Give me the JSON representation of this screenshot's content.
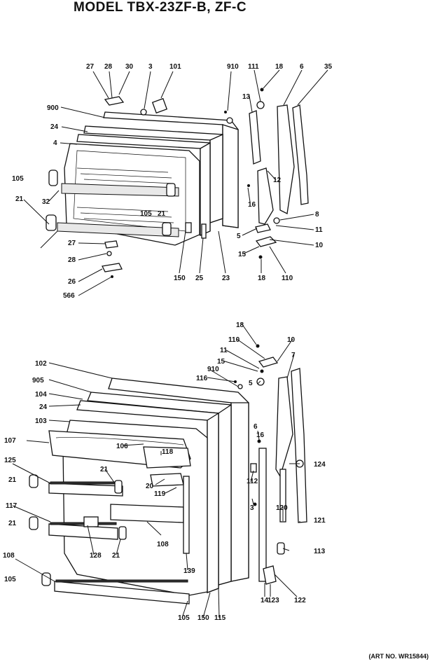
{
  "title": "MODEL TBX-23ZF-B, ZF-C",
  "art_number": "(ART NO. WR15844)",
  "callouts": {
    "top": [
      "27",
      "28",
      "30",
      "3",
      "101",
      "910",
      "111",
      "18",
      "6",
      "35",
      "900",
      "24",
      "4",
      "13",
      "105",
      "21",
      "32",
      "12",
      "16",
      "8",
      "105",
      "21",
      "5",
      "11",
      "27",
      "15",
      "10",
      "28",
      "26",
      "566",
      "150",
      "25",
      "23",
      "18",
      "110"
    ],
    "bottom": [
      "18",
      "10",
      "110",
      "11",
      "7",
      "15",
      "102",
      "116",
      "910",
      "5",
      "905",
      "104",
      "24",
      "103",
      "6",
      "107",
      "106",
      "16",
      "118",
      "125",
      "21",
      "124",
      "21",
      "20",
      "112",
      "119",
      "117",
      "3",
      "21",
      "120",
      "121",
      "108",
      "128",
      "21",
      "139",
      "113",
      "108",
      "105",
      "14",
      "123",
      "122",
      "105",
      "150",
      "115"
    ]
  }
}
